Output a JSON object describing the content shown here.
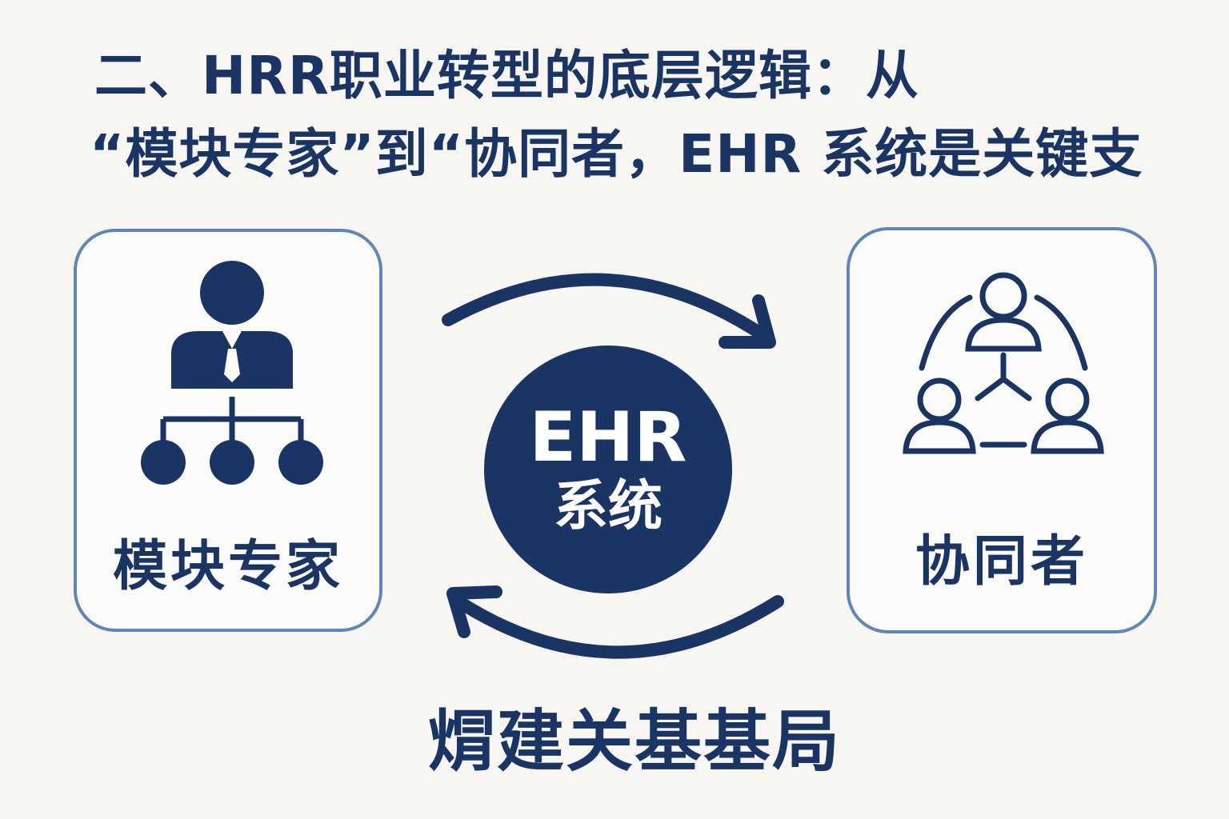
{
  "title": {
    "line1": "二、HRR职业转型的底层逻辑：从",
    "line2": "“模块专家”到“协同者，EHR 系统是关键支"
  },
  "left_panel": {
    "label": "模块专家",
    "icon": "org-chart-person-icon"
  },
  "right_panel": {
    "label": "协同者",
    "icon": "collaboration-people-icon"
  },
  "center": {
    "title": "EHR",
    "subtitle": "系统"
  },
  "caption": "焨建关基基局",
  "colors": {
    "primary": "#1a3563",
    "panel_border": "#5f86b8",
    "background": "#f7f6f2"
  }
}
